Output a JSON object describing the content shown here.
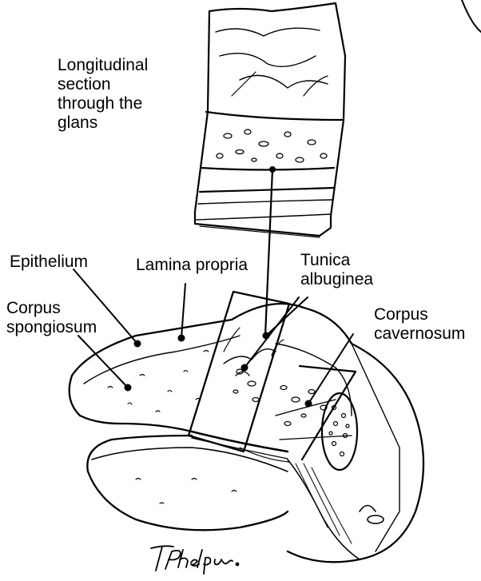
{
  "labels": {
    "longitudinal_section": [
      "Longitudinal",
      "section",
      "through the",
      "glans"
    ],
    "epithelium": [
      "Epithelium"
    ],
    "lamina_propria": [
      "Lamina propria"
    ],
    "tunica_albuginea": [
      "Tunica",
      "albuginea"
    ],
    "corpus_spongiosum": [
      "Corpus",
      "spongiosum"
    ],
    "corpus_cavernosum": [
      "Corpus",
      "cavernosum"
    ]
  },
  "signature": "T Phelps"
}
